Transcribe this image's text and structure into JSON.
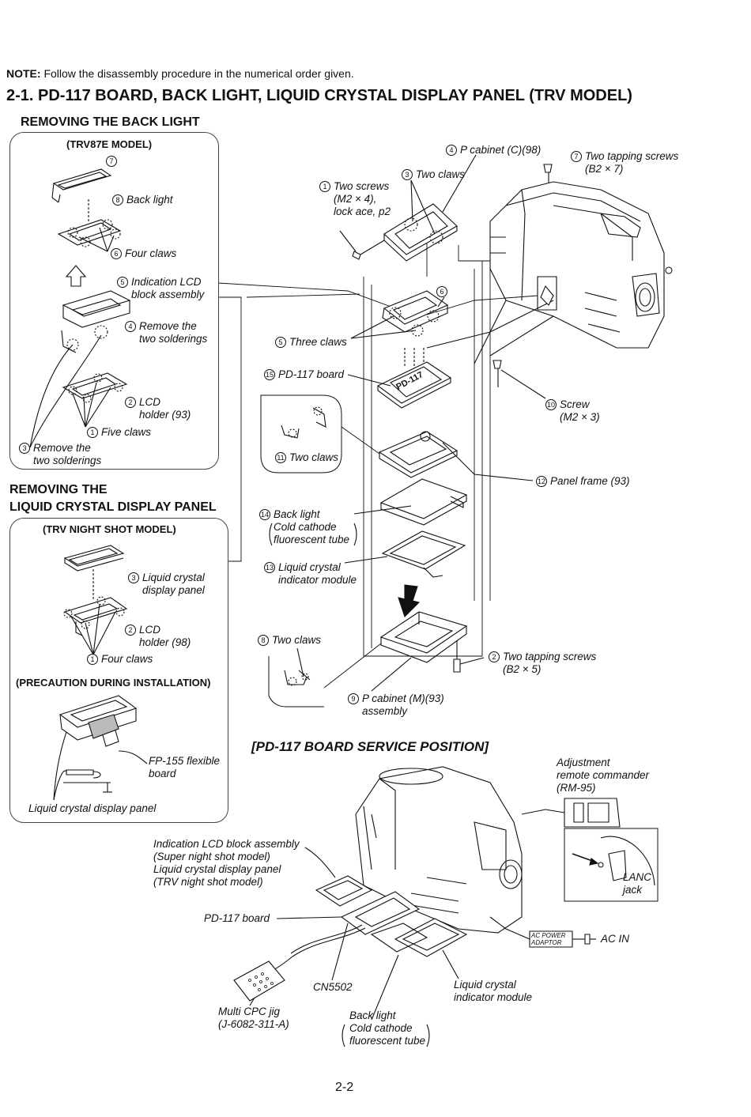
{
  "note": {
    "label": "NOTE:",
    "text": "Follow the disassembly procedure in the numerical order given."
  },
  "title": "2-1.  PD-117 BOARD, BACK LIGHT, LIQUID CRYSTAL DISPLAY PANEL (TRV MODEL)",
  "left_top": {
    "heading": "REMOVING THE BACK LIGHT",
    "model": "(TRV87E MODEL)",
    "labels": {
      "l7": "7",
      "l8_num": "8",
      "l8": "Back light",
      "l6_num": "6",
      "l6": "Four claws",
      "l5_num": "5",
      "l5a": "Indication LCD",
      "l5b": "block assembly",
      "l4_num": "4",
      "l4a": "Remove the",
      "l4b": "two solderings",
      "l2_num": "2",
      "l2a": "LCD",
      "l2b": "holder (93)",
      "l1_num": "1",
      "l1": "Five claws",
      "l3_num": "3",
      "l3a": "Remove the",
      "l3b": "two solderings"
    }
  },
  "left_bottom": {
    "heading1": "REMOVING THE",
    "heading2": "LIQUID CRYSTAL DISPLAY PANEL",
    "model": "(TRV NIGHT SHOT MODEL)",
    "labels": {
      "l3_num": "3",
      "l3a": "Liquid crystal",
      "l3b": "display panel",
      "l2_num": "2",
      "l2a": "LCD",
      "l2b": "holder (98)",
      "l1_num": "1",
      "l1": "Four claws"
    },
    "precaution": "(PRECAUTION DURING INSTALLATION)",
    "fp155a": "FP-155 flexible",
    "fp155b": "board",
    "lcd_panel": "Liquid crystal display panel"
  },
  "main": {
    "l4_num": "4",
    "l4": "P cabinet (C)(98)",
    "l7_num": "7",
    "l7a": "Two tapping screws",
    "l7b": "(B2 × 7)",
    "l3_num": "3",
    "l3": "Two claws",
    "l1_num": "1",
    "l1a": "Two screws",
    "l1b": "(M2 × 4),",
    "l1c": "lock ace, p2",
    "l6_num": "6",
    "l5_num": "5",
    "l5": "Three claws",
    "l15_num": "15",
    "l15": "PD-117 board",
    "l10_num": "10",
    "l10a": "Screw",
    "l10b": "(M2 × 3)",
    "l11_num": "11",
    "l11": "Two claws",
    "l12_num": "12",
    "l12": "Panel frame (93)",
    "l14_num": "14",
    "l14a": "Back light",
    "l14b": "Cold cathode",
    "l14c": "fluorescent tube",
    "l13_num": "13",
    "l13a": "Liquid crystal",
    "l13b": "indicator module",
    "l8_num": "8",
    "l8": "Two claws",
    "l2_num": "2",
    "l2a": "Two tapping screws",
    "l2b": "(B2 × 5)",
    "l9_num": "9",
    "l9a": "P cabinet (M)(93)",
    "l9b": "assembly",
    "board_text": "PD-117"
  },
  "service": {
    "title": "[PD-117 BOARD SERVICE POSITION]",
    "adj1": "Adjustment",
    "adj2": "remote commander",
    "adj3": "(RM-95)",
    "ind1": "Indication LCD block assembly",
    "ind2": "(Super night shot model)",
    "ind3": "Liquid crystal display panel",
    "ind4": "(TRV night shot model)",
    "lanc1": "LANC",
    "lanc2": "jack",
    "pd117": "PD-117 board",
    "ac_power1": "AC POWER",
    "ac_power2": "ADAPTOR",
    "ac_in": "AC IN",
    "cn5502": "CN5502",
    "lcm1": "Liquid crystal",
    "lcm2": "indicator module",
    "jig1": "Multi CPC jig",
    "jig2": "(J-6082-311-A)",
    "bl1": "Back light",
    "bl2": "Cold cathode",
    "bl3": "fluorescent tube"
  },
  "page_number": "2-2"
}
